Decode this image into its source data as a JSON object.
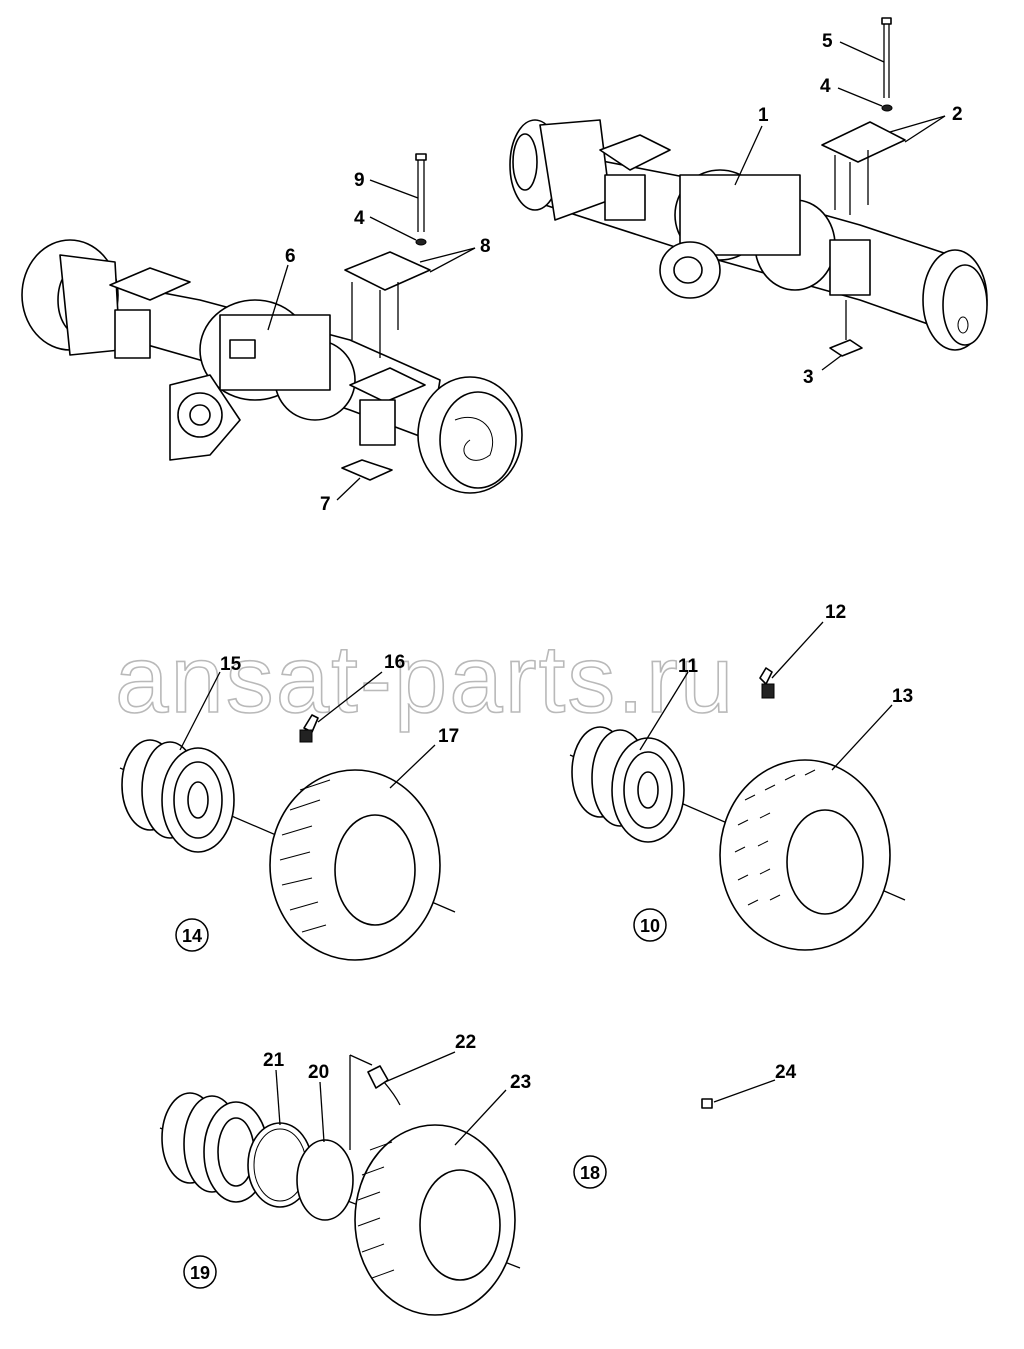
{
  "watermark": "ansat-parts.ru",
  "callouts": {
    "c1": "1",
    "c2": "2",
    "c3": "3",
    "c4a": "4",
    "c5": "5",
    "c6": "6",
    "c7": "7",
    "c8": "8",
    "c9": "9",
    "c4b": "4",
    "c11": "11",
    "c12": "12",
    "c13": "13",
    "c15": "15",
    "c16": "16",
    "c17": "17",
    "c20": "20",
    "c21": "21",
    "c22": "22",
    "c23": "23",
    "c24": "24"
  },
  "assembly_groups": {
    "g14": "14",
    "g10": "10",
    "g18": "18",
    "g19": "19"
  }
}
